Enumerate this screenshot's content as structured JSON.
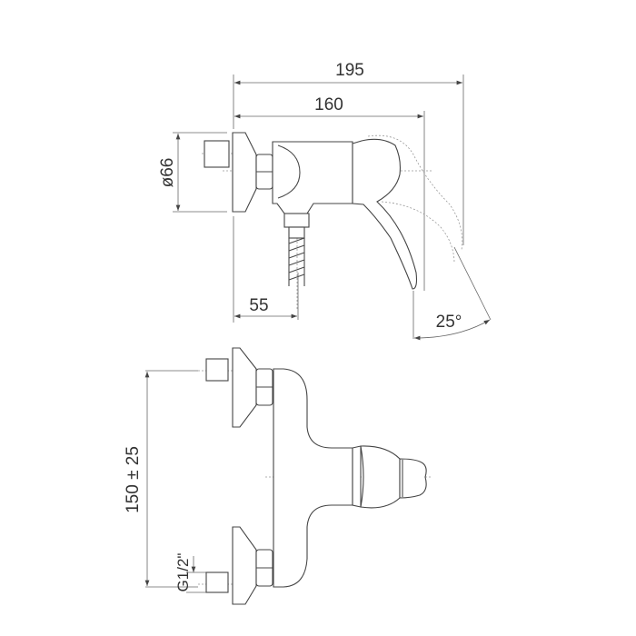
{
  "drawing": {
    "dimensions": {
      "overall_length": "195",
      "body_length": "160",
      "diameter": "ø66",
      "outlet_offset": "55",
      "lever_angle": "25°",
      "inlet_spacing": "150 ± 25",
      "thread": "G1/2\""
    },
    "colors": {
      "line": "#4a4a4a",
      "background": "#ffffff"
    }
  }
}
